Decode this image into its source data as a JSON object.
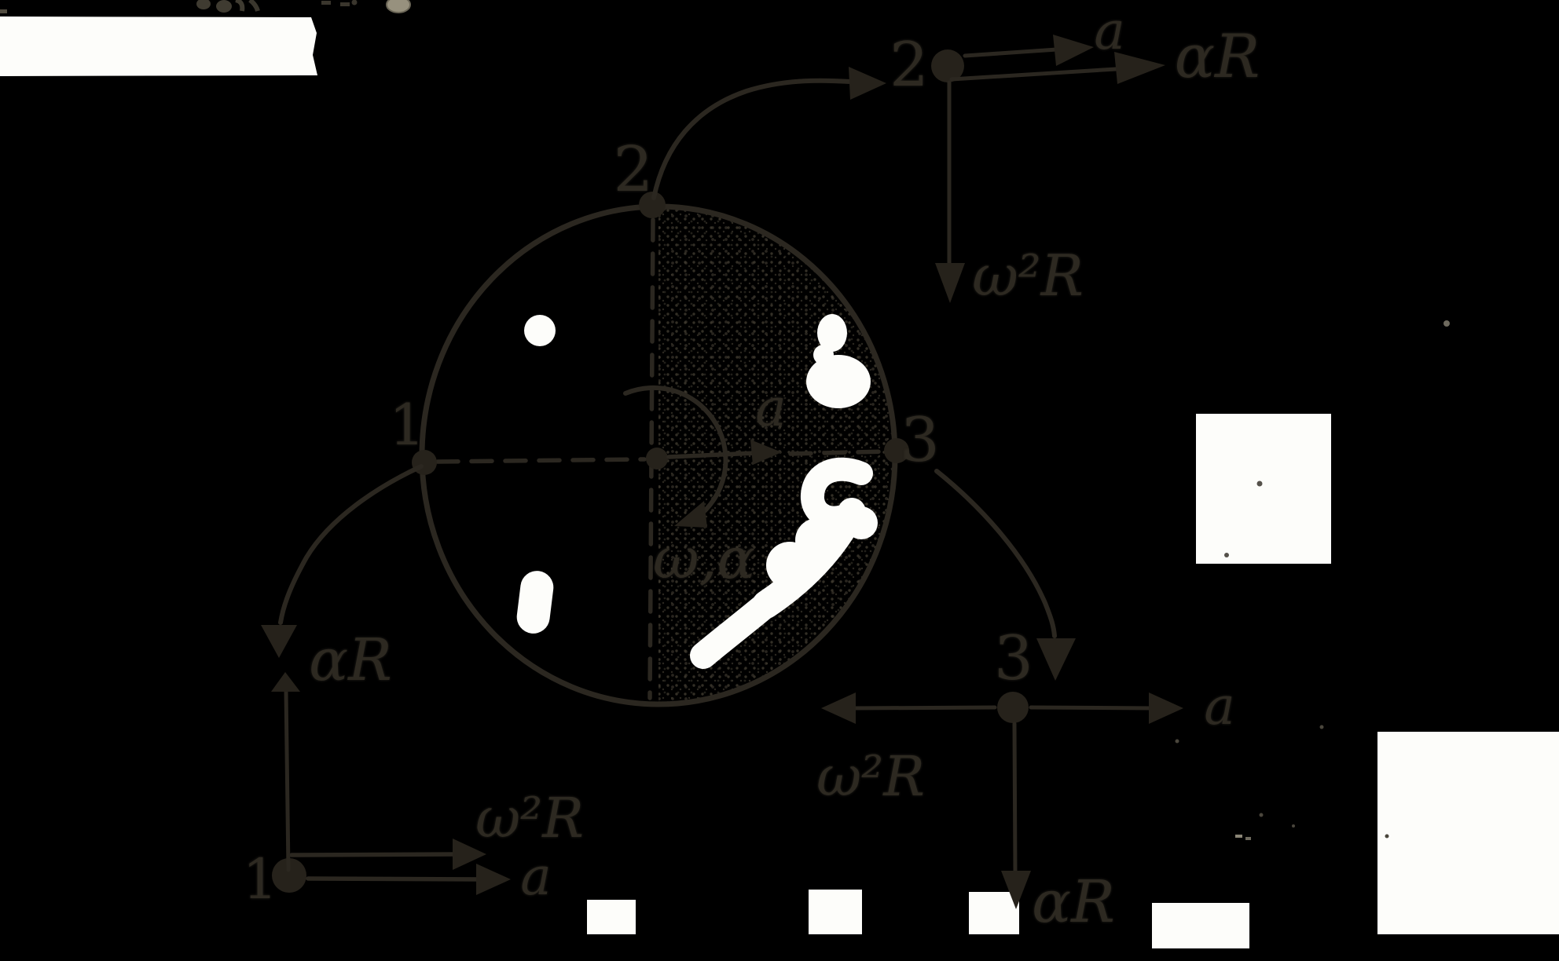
{
  "meta": {
    "background_color": "#000000",
    "ink_color": "#2b2720",
    "paper_white_color": "#fdfdfa",
    "description": "Scanned textbook figure: rolling wheel with angular velocity and angular acceleration, acceleration components shown at rim points 1, 2, 3"
  },
  "wheel": {
    "point1_label": "1",
    "point2_label": "2",
    "point3_label": "3",
    "center_rotation_label": "ω,α",
    "center_acceleration_label": "a"
  },
  "vector_diagram_point2": {
    "point_label": "2",
    "acceleration_label": "a",
    "tangential_label": "αR",
    "centripetal_label": "ω²R"
  },
  "vector_diagram_point1": {
    "point_label": "1",
    "tangential_label": "αR",
    "centripetal_label": "ω²R",
    "acceleration_label": "a"
  },
  "vector_diagram_point3": {
    "point_label": "3",
    "centripetal_label": "ω²R",
    "acceleration_label": "a",
    "tangential_label": "αR"
  }
}
